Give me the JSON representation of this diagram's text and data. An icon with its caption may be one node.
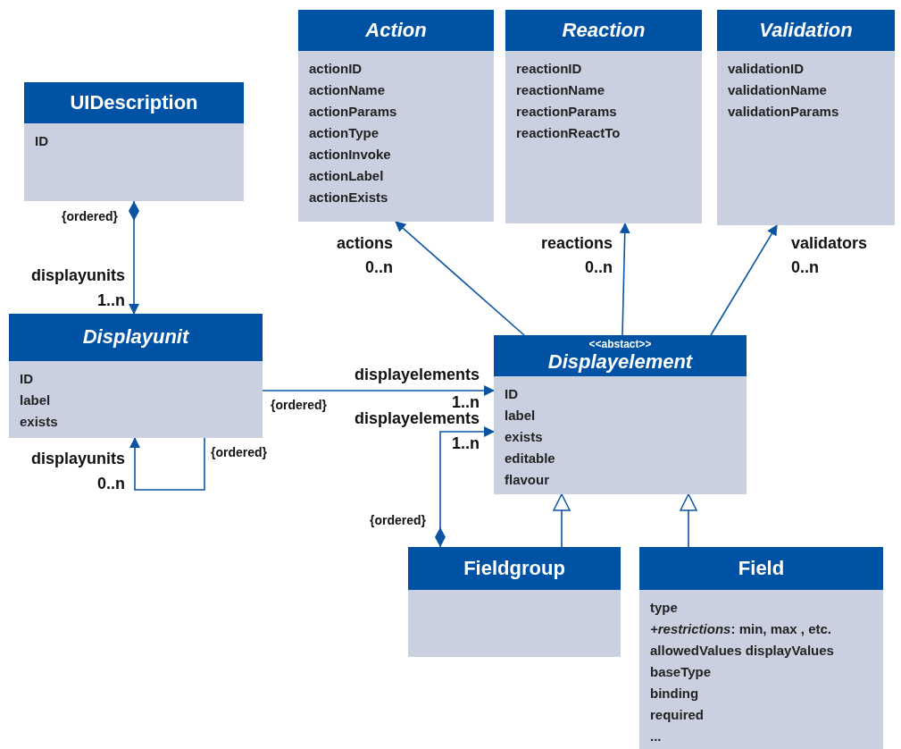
{
  "diagram": {
    "nodes": [
      {
        "text": [
          "UIDescription",
          "ID"
        ]
      },
      {
        "text": [
          "Action",
          "actionID",
          "actionName",
          "actionParams",
          "actionType",
          "actionInvoke",
          "actionLabel",
          "actionExists"
        ]
      },
      {
        "text": [
          "Reaction",
          "reactionID",
          "reactionName",
          "reactionParams",
          "reactionReactTo"
        ]
      },
      {
        "text": [
          "Validation",
          "validationID",
          "validationName",
          "validationParams"
        ]
      },
      {
        "text": [
          "Displayunit",
          "ID",
          "label",
          "exists"
        ]
      },
      {
        "text": [
          "<<abstact>>",
          "Displayelement",
          "ID",
          "label",
          "exists",
          "editable",
          "flavour"
        ]
      },
      {
        "text": [
          "Fieldgroup"
        ]
      },
      {
        "text": [
          "Field",
          "type",
          "*+restrictions*: min, max , etc.",
          "allowedValues displayValues",
          "baseType",
          "binding",
          "required",
          "..."
        ]
      }
    ],
    "edges": [
      {
        "from": 0,
        "to": 4,
        "arrow": "to",
        "label": "displayunits"
      },
      {
        "from": 5,
        "to": 1,
        "arrow": "to",
        "label": "actions"
      },
      {
        "from": 5,
        "to": 2,
        "arrow": "to",
        "label": "reactions"
      },
      {
        "from": 5,
        "to": 3,
        "arrow": "to",
        "label": "validators"
      },
      {
        "from": 4,
        "to": 5,
        "arrow": "to",
        "label": "displayelements"
      },
      {
        "from": 6,
        "to": 5,
        "arrow": "to",
        "label": "displayelements"
      },
      {
        "from": 4,
        "to": 4,
        "arrow": "to",
        "label": "displayunits"
      },
      {
        "from": 6,
        "to": 5,
        "arrow": "to"
      },
      {
        "from": 7,
        "to": 5,
        "arrow": "to"
      }
    ],
    "labels": [
      "{ordered}",
      "0..n",
      "0..n",
      "0..n",
      "1..n",
      "1..n",
      "{ordered}",
      "1..n",
      "{ordered}",
      "0..n",
      "{ordered}"
    ]
  }
}
